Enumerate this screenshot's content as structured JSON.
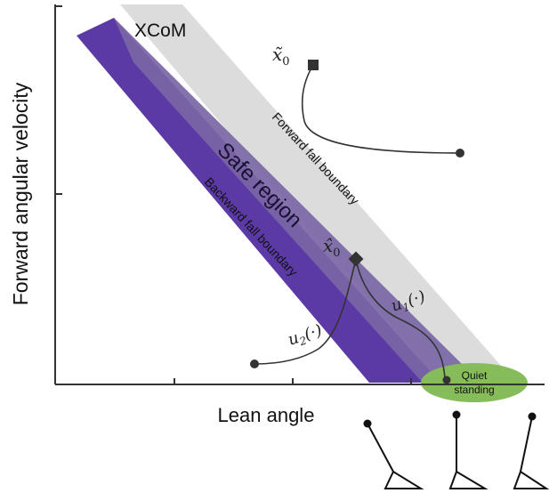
{
  "axes": {
    "y_label": "Forward angular velocity",
    "x_label": "Lean angle"
  },
  "regions": {
    "xcom_label": "XCoM",
    "safe_label": "Safe region",
    "forward_boundary": "Forward fall boundary",
    "backward_boundary": "Backward fall boundary",
    "quiet_line1": "Quiet",
    "quiet_line2": "standing"
  },
  "states": {
    "tilde_symbol": "x̃",
    "tilde_sub": "0",
    "hat_symbol": "x̂",
    "hat_sub": "0"
  },
  "controllers": {
    "u1_base": "u",
    "u1_sub": "1",
    "u1_arg": "(·)",
    "u2_base": "u",
    "u2_sub": "2",
    "u2_arg": "(·)"
  },
  "colors": {
    "xcom_fill": "#dcdcdc",
    "safe_fill": "#7a66a6",
    "backward_fill": "#5c3aa6",
    "quiet_fill": "#86bd5a",
    "axis": "#333333"
  },
  "icons": [
    "stick-figure-leaning-back-icon",
    "stick-figure-upright-icon",
    "stick-figure-leaning-forward-icon"
  ]
}
